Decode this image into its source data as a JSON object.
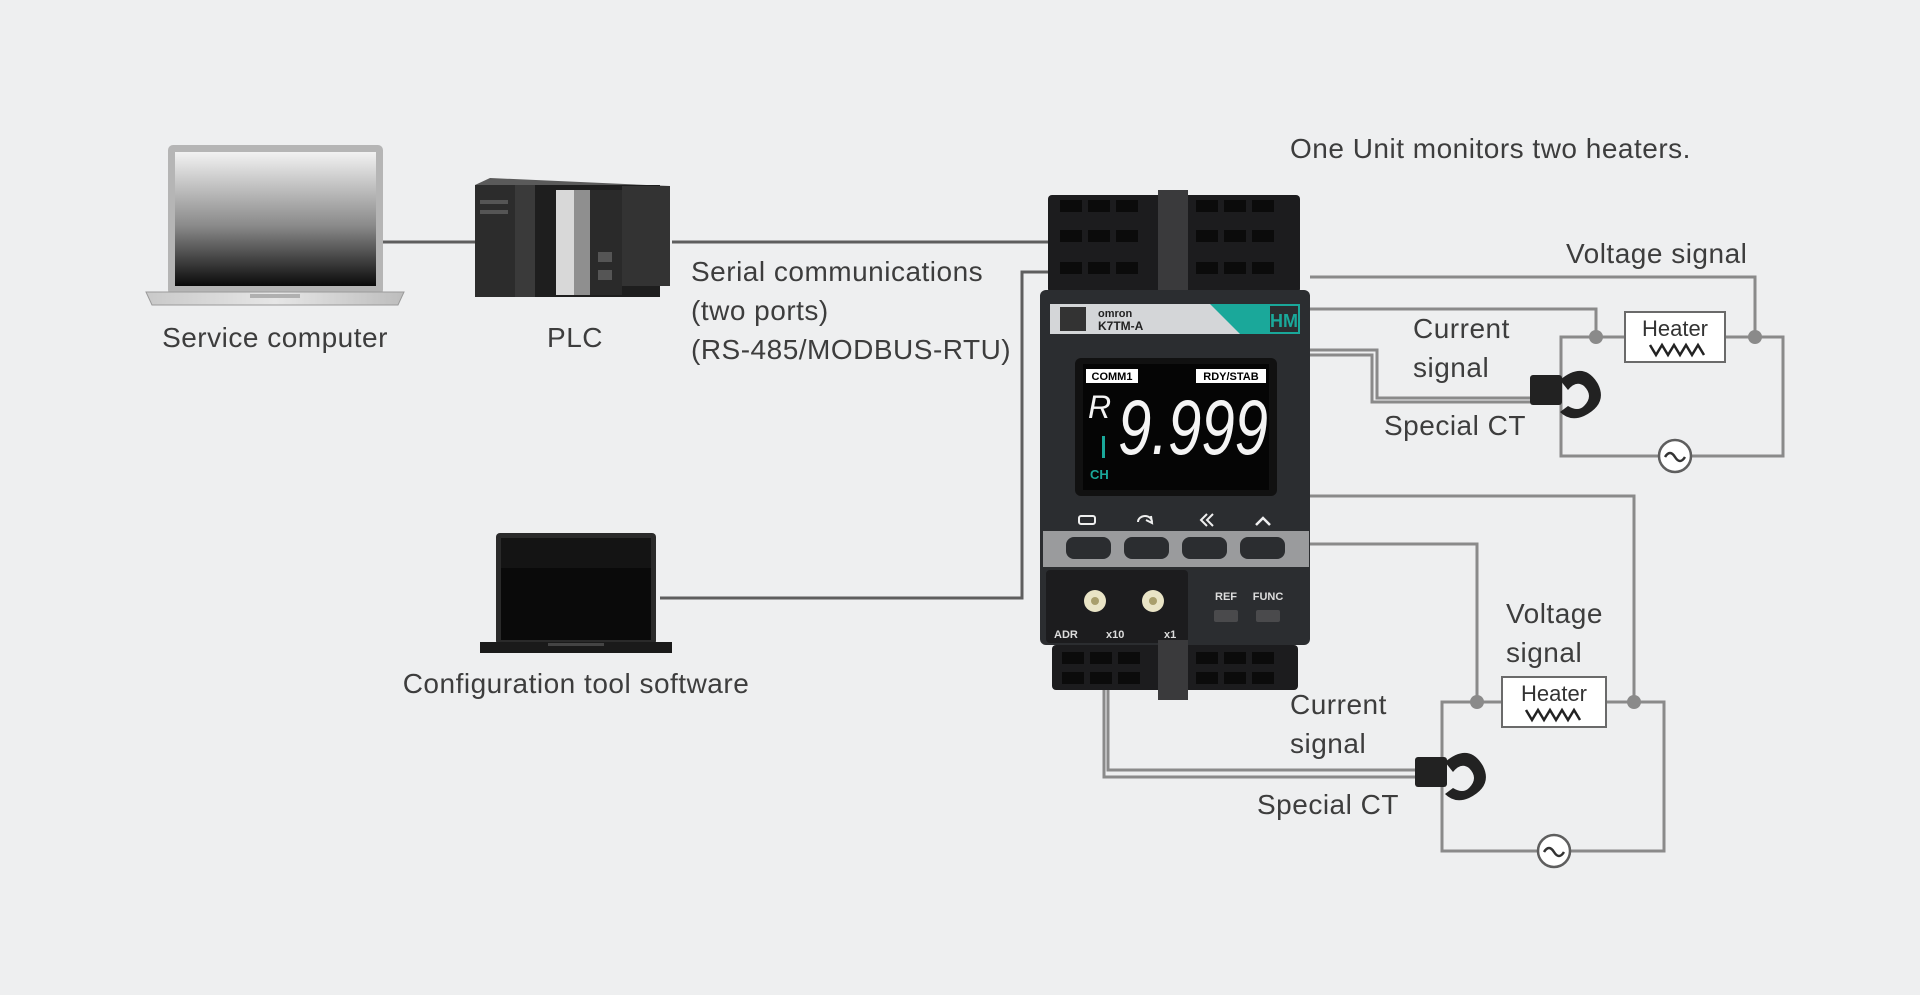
{
  "title": "One Unit monitors two heaters.",
  "devices": {
    "service_computer": "Service computer",
    "plc": "PLC",
    "config_tool": "Configuration tool software"
  },
  "serial": {
    "line1": "Serial communications",
    "line2": "(two ports)",
    "line3": "(RS-485/MODBUS-RTU)"
  },
  "unit": {
    "brand": "omron",
    "model": "K7TM-A",
    "badge": "HM",
    "display_value": "9.999",
    "display_prefix": "R",
    "comm_label": "COMM1",
    "rdy_label": "RDY/STAB",
    "ch_label": "CH",
    "adr_label": "ADR",
    "x10_label": "x10",
    "x1_label": "x1",
    "ref_label": "REF",
    "func_label": "FUNC"
  },
  "circuit_top": {
    "voltage": "Voltage signal",
    "current_line1": "Current",
    "current_line2": "signal",
    "ct": "Special CT",
    "heater": "Heater"
  },
  "circuit_bottom": {
    "voltage_line1": "Voltage",
    "voltage_line2": "signal",
    "current_line1": "Current",
    "current_line2": "signal",
    "ct": "Special CT",
    "heater": "Heater"
  },
  "colors": {
    "background": "#eeeff0",
    "wire": "#7a7a7a",
    "accent_teal": "#1aa89a",
    "unit_body": "#2b2d30"
  }
}
